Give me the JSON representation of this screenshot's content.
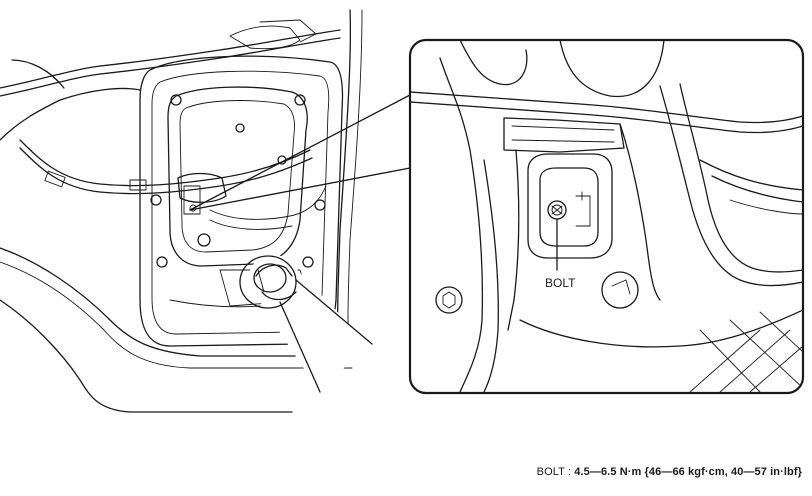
{
  "callout": {
    "bolt_label": "BOLT"
  },
  "spec": {
    "label": "BOLT : ",
    "value": "4.5—6.5 N·m {46—66 kgf·cm, 40—57 in·lbf}"
  }
}
